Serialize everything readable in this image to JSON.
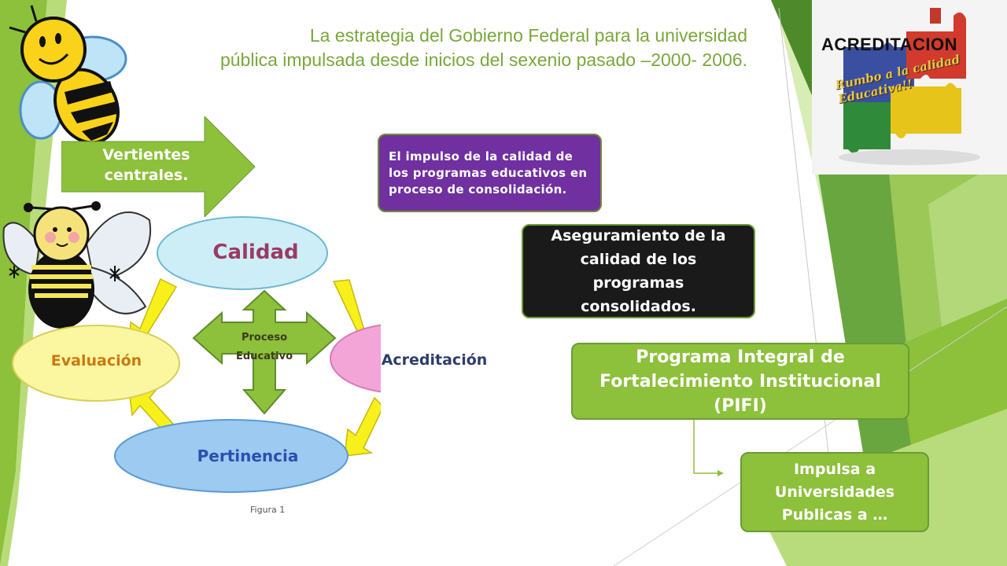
{
  "title": {
    "line1": "La estrategia del Gobierno Federal para la universidad",
    "line2": "pública impulsada desde inicios del sexenio pasado –2000- 2006."
  },
  "arrow_label": "Vertientes centrales.",
  "diagram": {
    "top": "Calidad",
    "left": "Evaluación",
    "right": "Acreditación",
    "bottom": "Pertinencia",
    "center_line1": "Proceso",
    "center_line2": "Educativo",
    "caption": "Figura 1"
  },
  "boxes": {
    "purple": "El impulso de la calidad de los programas educativos en proceso de consolidación.",
    "black": "Aseguramiento de la calidad de los programas consolidados.",
    "pifi": "Programa Integral de Fortalecimiento Institucional (PIFI)",
    "impulsa": "Impulsa a Universidades Publicas a …"
  },
  "logo": {
    "text": "ACREDITACION",
    "slogan": "Rumbo a la calidad Educativa!!"
  },
  "colors": {
    "green": "#8dc03b",
    "purple": "#7030a0",
    "black": "#1a1a1a",
    "title": "#7aa73b",
    "ellipse_top": "#cdeef7",
    "ellipse_left": "#fbf6a0",
    "ellipse_right": "#f3a5d8",
    "ellipse_bottom": "#9ccaf0",
    "arrows": "#f7f01a"
  },
  "icons": [
    "bee-icon",
    "bee-icon",
    "puzzle-logo-icon"
  ]
}
